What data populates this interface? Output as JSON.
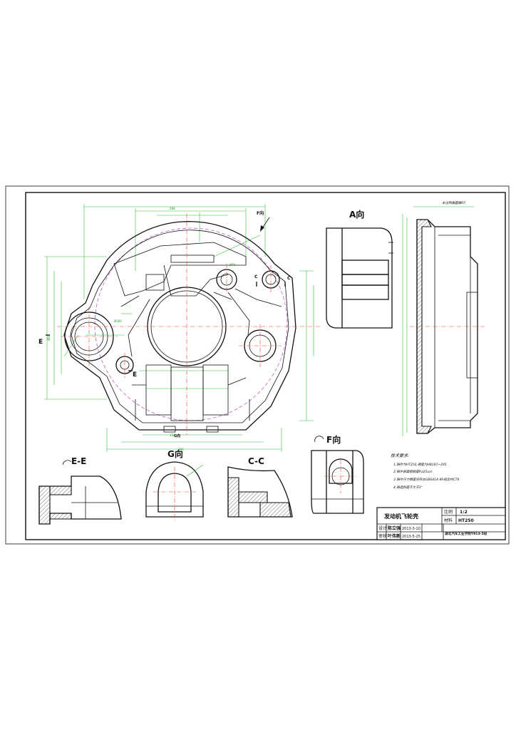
{
  "views": {
    "a_view": "A向",
    "g_view": "G向",
    "cc_section": "C-C",
    "ee_section": "E-E",
    "f_view": "F向"
  },
  "markers": {
    "f_arrow": "F向",
    "c_left": "C",
    "c_right": "C",
    "e_left": "E",
    "e_right": "E",
    "g_arrow": "G向"
  },
  "side_note": "未注倒角圆角R5",
  "tech_requirements": {
    "heading": "技术要求:",
    "items": [
      "1.铸件为HT250,硬度为HB187~241",
      "2.铸件表面粗糙度Ra25um",
      "3.铸件尺寸精度应符合GB6414-86规定的CT8",
      "4.铸造斜度不大于3°"
    ]
  },
  "title_block": {
    "part_name": "发动机飞轮壳",
    "scale_label": "比例",
    "scale_value": "1:2",
    "material_label": "材料",
    "material_value": "HT250",
    "design_label": "设计",
    "designer": "陈立强",
    "design_date": "2013-3-10",
    "review_label": "审核",
    "reviewer": "叶伟新",
    "review_date": "2013-5-25",
    "school": "湖北汽车工业学院Y913-5班"
  }
}
